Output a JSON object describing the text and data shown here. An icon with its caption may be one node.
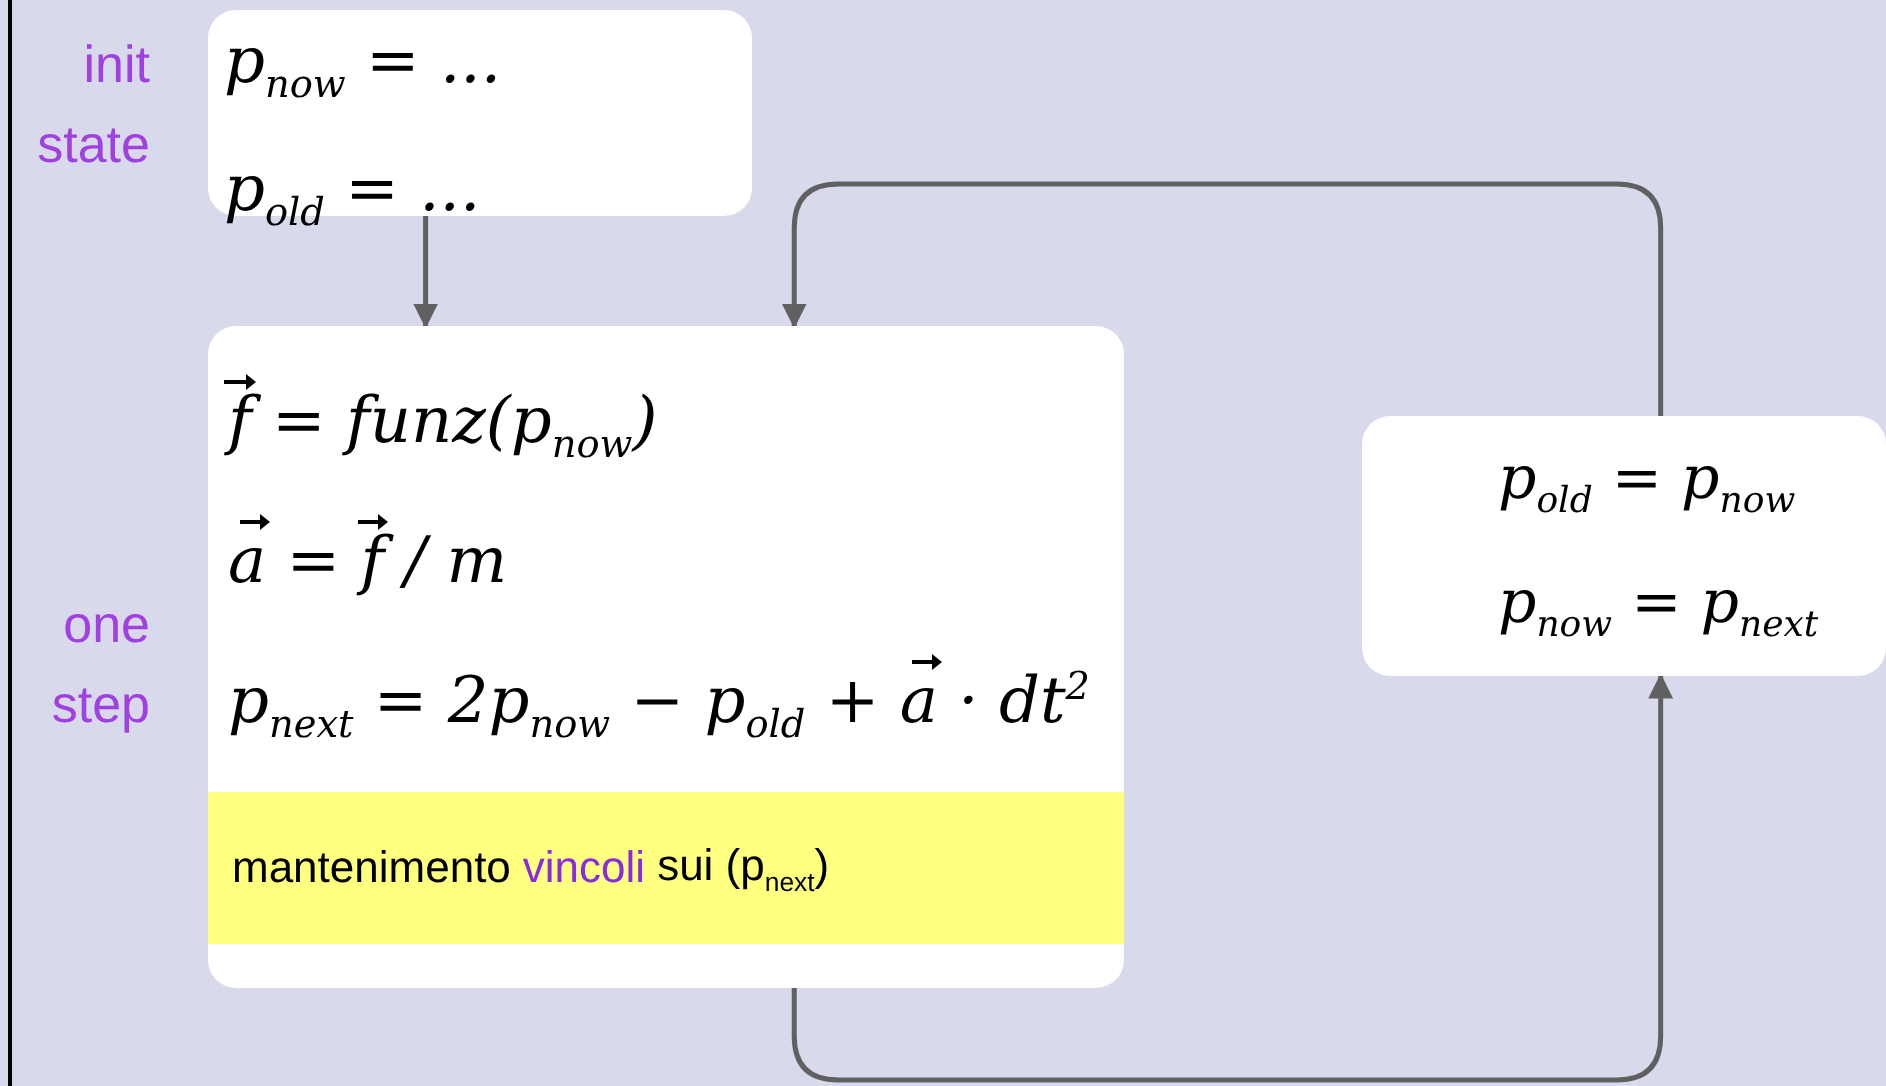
{
  "diagram": {
    "nodes": [
      {
        "text": [
          "p$_{now}$ = ...",
          "p$_{old}$ = ..."
        ],
        "beside": [
          "init state"
        ]
      },
      {
        "text": [
          "f⃗ = funz(p$_{now}$)",
          "a⃗ = f⃗ / m",
          "p$_{next}$ = 2p$_{now}$ − p$_{old}$ + a⃗ · dt$^{2}$"
        ],
        "beside": [
          "one step"
        ]
      },
      {
        "text": [
          "mantenimento",
          "vincoli",
          "sui (p$_{next}$)"
        ],
        "in": 1
      },
      {
        "text": [
          "p$_{old}$ = p$_{now}$",
          "p$_{now}$ = p$_{next}$"
        ]
      }
    ],
    "edges": [
      {
        "from": 0,
        "to": 1,
        "arrow": "to"
      },
      {
        "from": 1,
        "to": 3,
        "arrow": "to"
      },
      {
        "from": 3,
        "to": 1,
        "arrow": "to"
      }
    ]
  }
}
